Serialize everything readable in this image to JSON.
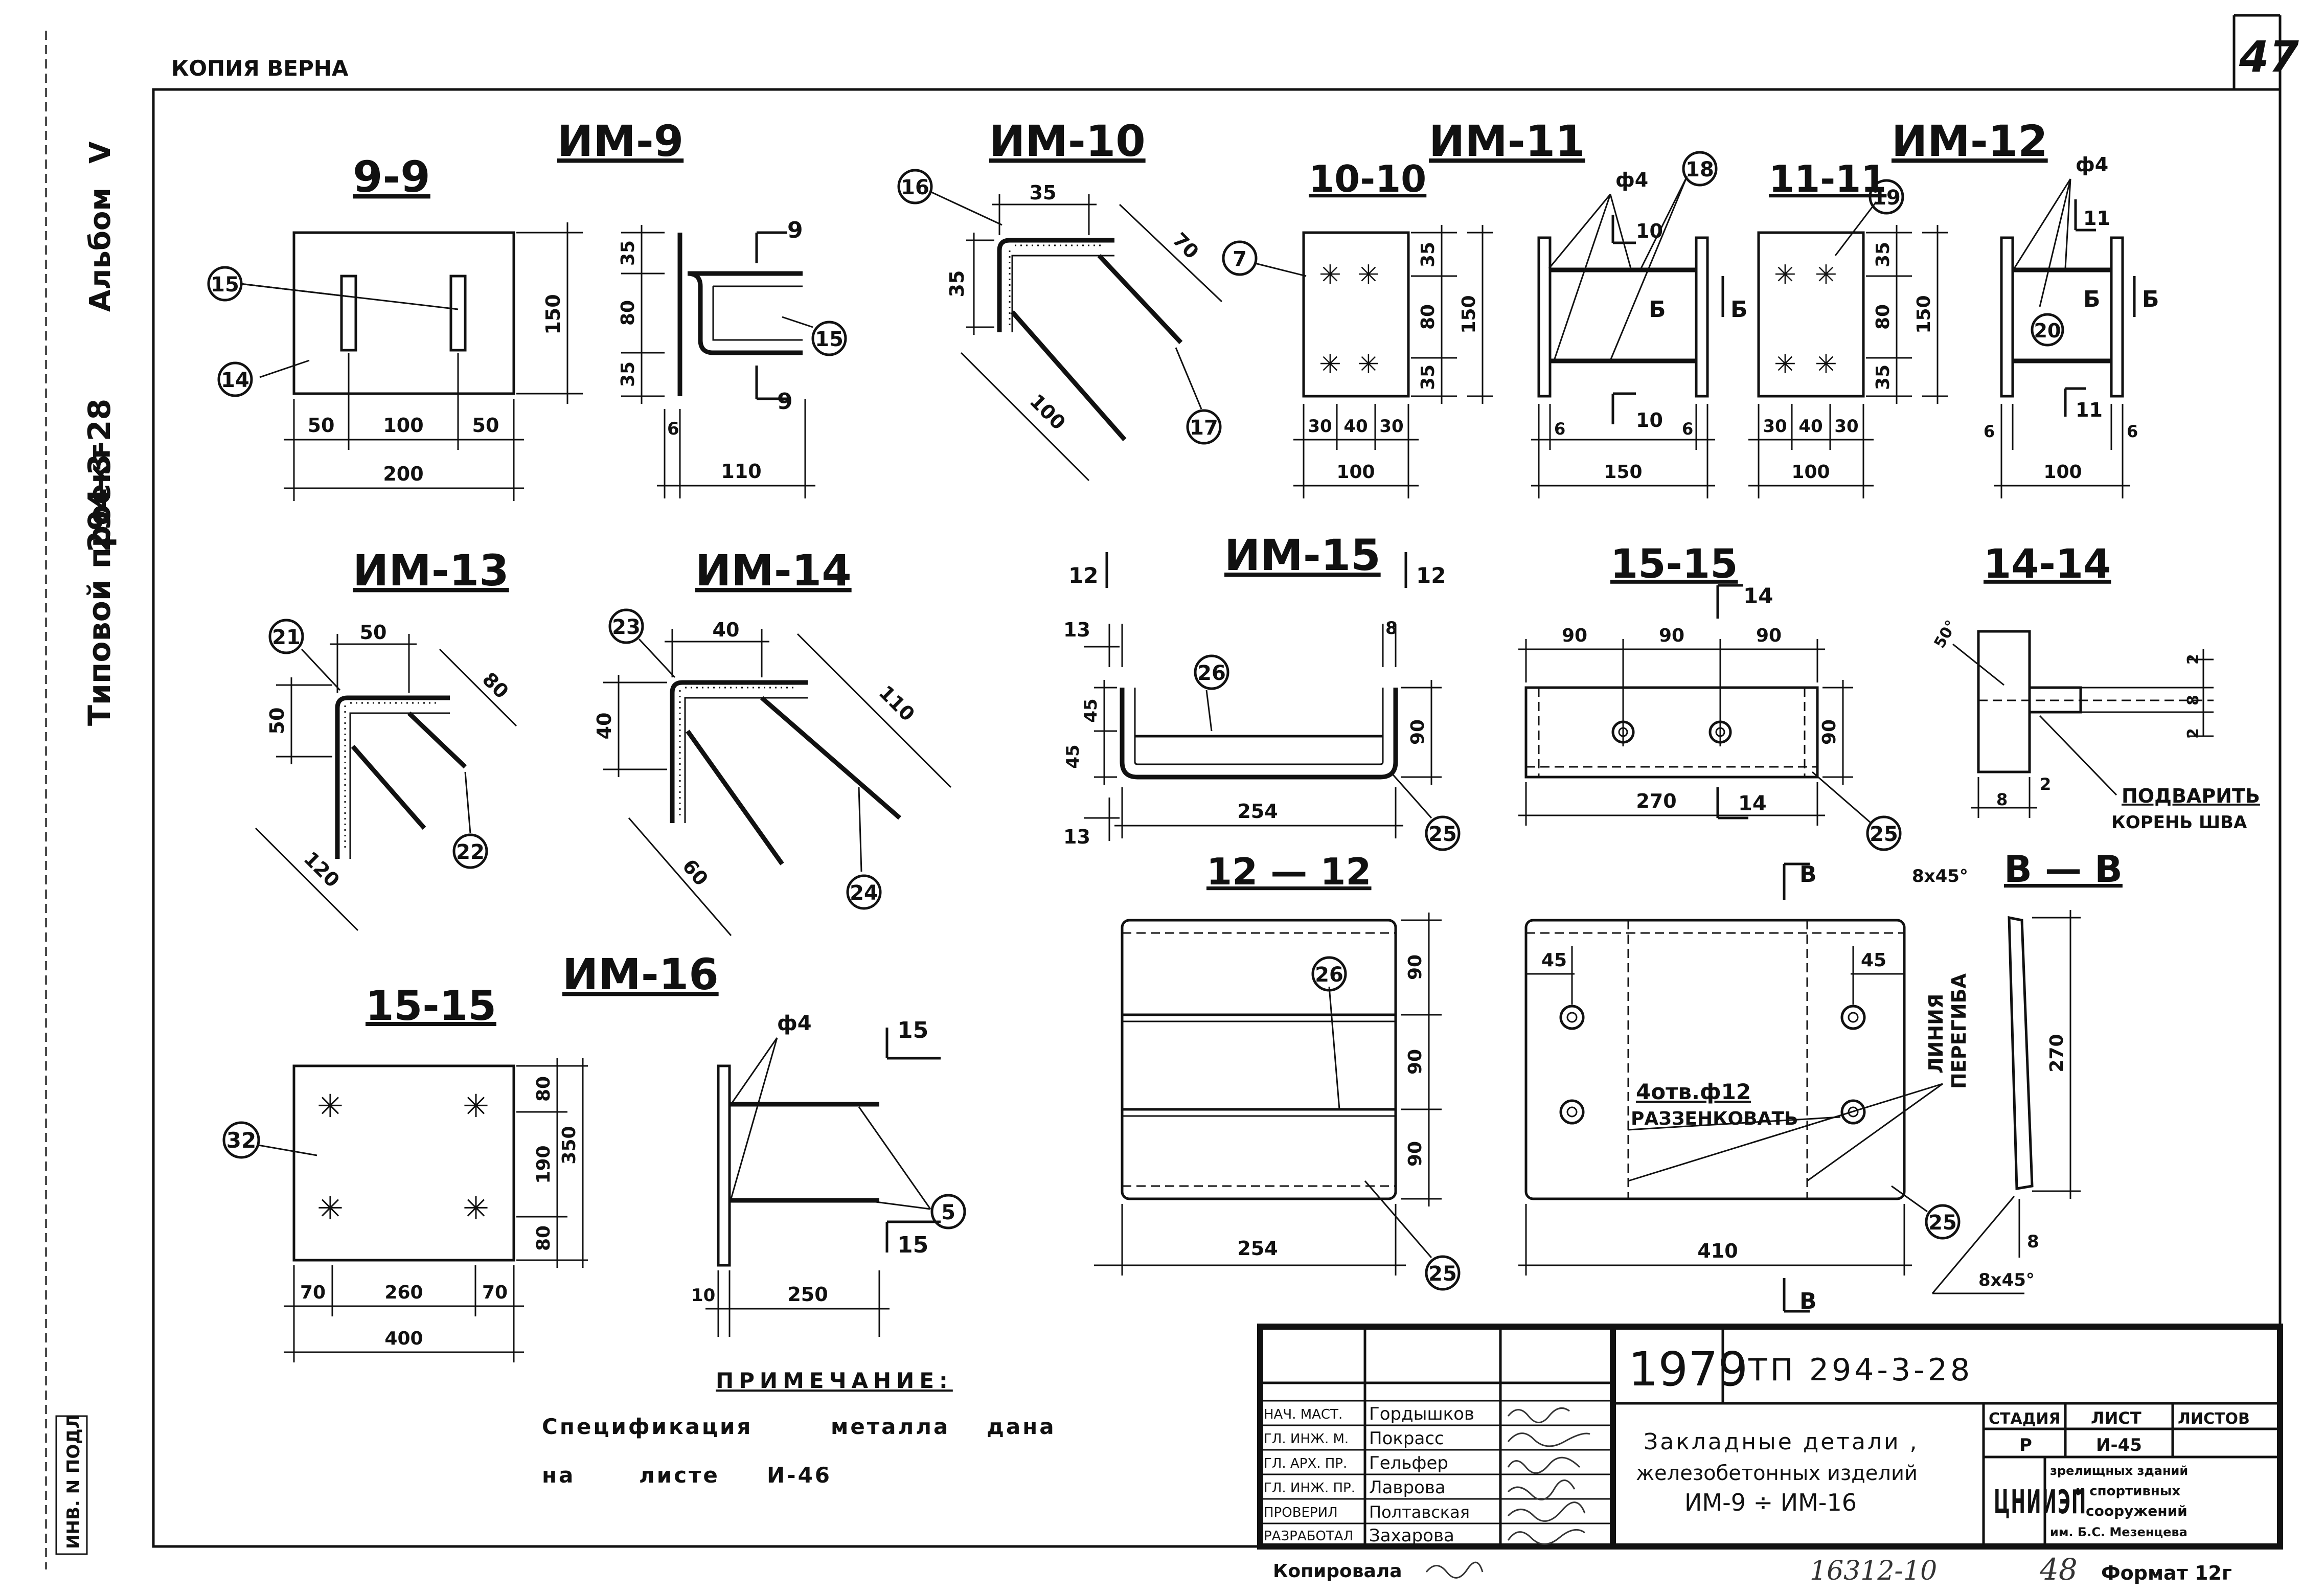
{
  "header": {
    "copy_note": "КОПИЯ ВЕРНА",
    "sheet_corner_number": "47",
    "album_label": "Альбом",
    "album_number": "V",
    "project_label": "Типовой проект",
    "project_number": "294-3-28",
    "inv_label": "ИНВ. N ПОДЛ"
  },
  "drawings": {
    "im9": {
      "title": "ИМ-9",
      "section_title": "9-9",
      "section_mark": "9",
      "balloons": [
        "15",
        "14",
        "15"
      ],
      "dims": [
        "150",
        "50",
        "100",
        "50",
        "200",
        "35",
        "80",
        "35",
        "6",
        "110"
      ]
    },
    "im10": {
      "title": "ИМ-10",
      "balloons": [
        "16",
        "17"
      ],
      "dims": [
        "35",
        "35",
        "70",
        "100"
      ]
    },
    "im11": {
      "title": "ИМ-11",
      "section_title": "10-10",
      "section_mark": "10",
      "view_mark": "Б",
      "hole_note": "ф4",
      "balloons": [
        "7",
        "18"
      ],
      "dims": [
        "35",
        "80",
        "35",
        "150",
        "30",
        "40",
        "30",
        "100",
        "10",
        "6",
        "150",
        "6"
      ]
    },
    "im12": {
      "title": "ИМ-12",
      "section_title": "11-11",
      "section_mark": "11",
      "view_mark": "Б",
      "hole_note": "ф4",
      "balloons": [
        "19",
        "20"
      ],
      "dims": [
        "35",
        "80",
        "35",
        "150",
        "30",
        "40",
        "30",
        "100",
        "11",
        "6",
        "100",
        "6"
      ]
    },
    "im13": {
      "title": "ИМ-13",
      "balloons": [
        "21",
        "22"
      ],
      "dims": [
        "50",
        "50",
        "80",
        "120"
      ]
    },
    "im14": {
      "title": "ИМ-14",
      "balloons": [
        "23",
        "24"
      ],
      "dims": [
        "40",
        "40",
        "110",
        "60"
      ]
    },
    "im15": {
      "title": "ИМ-15",
      "section_mark": "12",
      "balloons": [
        "26",
        "25"
      ],
      "dims": [
        "13",
        "8",
        "45",
        "45",
        "90",
        "13",
        "254"
      ]
    },
    "sec1515": {
      "title": "15-15",
      "section_mark": "14",
      "balloons": [
        "25"
      ],
      "dims": [
        "90",
        "90",
        "90",
        "90",
        "270",
        "14"
      ]
    },
    "sec1414": {
      "title": "14-14",
      "weld_note_1": "ПОДВАРИТЬ",
      "weld_note_2": "КОРЕНЬ ШВА",
      "dims": [
        "50°",
        "2",
        "8",
        "2",
        "8",
        "2"
      ]
    },
    "sec1212": {
      "title": "12 — 12",
      "balloons": [
        "26",
        "25"
      ],
      "dims": [
        "90",
        "90",
        "90",
        "254"
      ]
    },
    "secbb": {
      "title": "В — В",
      "section_mark": "В",
      "chamfer_top": "8х45°",
      "chamfer_bottom": "8х45°",
      "holes_note_1": "4отв.ф12",
      "holes_note_2": "РАЗЗЕНКОВАТЬ",
      "bend_line_1": "ЛИНИЯ",
      "bend_line_2": "ПЕРЕГИБА",
      "balloons": [
        "25"
      ],
      "dims": [
        "45",
        "45",
        "410",
        "270",
        "8"
      ]
    },
    "im16": {
      "title": "ИМ-16",
      "section_title": "15-15",
      "section_mark": "15",
      "hole_note": "ф4",
      "balloons": [
        "32",
        "5"
      ],
      "dims": [
        "80",
        "190",
        "80",
        "350",
        "70",
        "260",
        "70",
        "400",
        "10",
        "250"
      ]
    }
  },
  "note": {
    "title": "ПРИМЕЧАНИЕ:",
    "line1_a": "Спецификация",
    "line1_b": "металла",
    "line1_c": "дана",
    "line2_a": "на",
    "line2_b": "листе",
    "line2_c": "И-46"
  },
  "title_block": {
    "year": "1979",
    "project_code": "ТП 294-3-28",
    "drawing_title_1": "Закладные детали ,",
    "drawing_title_2": "железобетонных изделий",
    "drawing_title_3": "ИМ-9 ÷ ИМ-16",
    "stage_header": "СТАДИЯ",
    "sheet_header": "ЛИСТ",
    "sheets_header": "ЛИСТОВ",
    "stage_value": "Р",
    "sheet_value": "И-45",
    "org_logo": "ЦНИИЭП",
    "org_name_1": "зрелищных зданий",
    "org_name_2": "и спортивных",
    "org_name_3": "сооружений",
    "org_name_4": "им. Б.С. Мезенцева",
    "signatures": [
      {
        "role": "НАЧ. МАСТ.",
        "name": "Гордышков"
      },
      {
        "role": "ГЛ. ИНЖ. М.",
        "name": "Покрасс"
      },
      {
        "role": "ГЛ. АРХ. ПР.",
        "name": "Гельфер"
      },
      {
        "role": "ГЛ. ИНЖ. ПР.",
        "name": "Лаврова"
      },
      {
        "role": "ПРОВЕРИЛ",
        "name": "Полтавская"
      },
      {
        "role": "РАЗРАБОТАЛ",
        "name": "Захарова"
      }
    ]
  },
  "footer": {
    "copied_label": "Копировала",
    "archive_number": "16312-10",
    "page_number": "48",
    "format_label": "Формат 12г"
  }
}
